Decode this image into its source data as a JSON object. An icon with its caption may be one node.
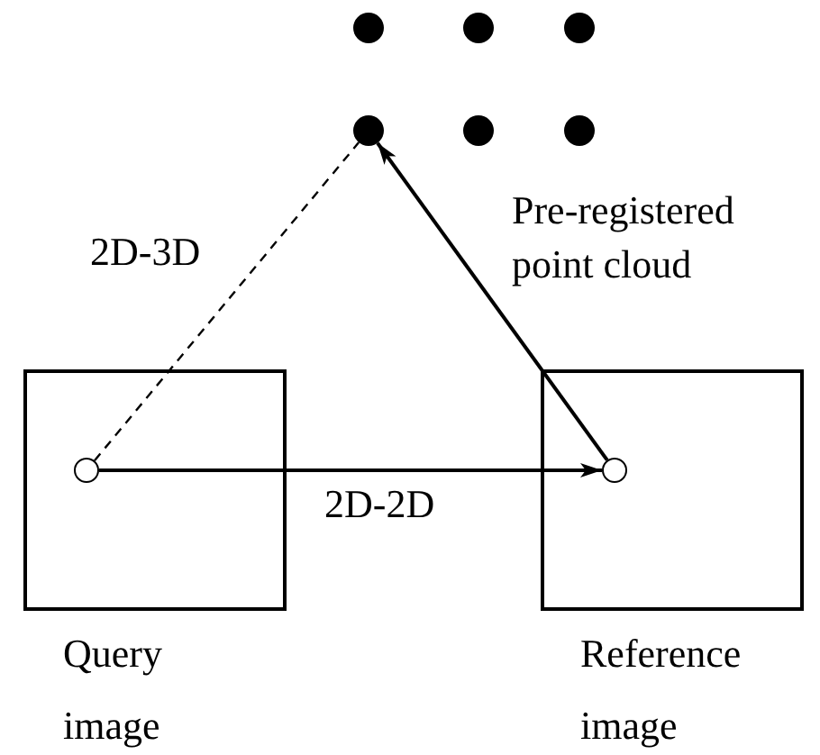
{
  "diagram": {
    "nodes": [
      {
        "text": [],
        "shape": "circle"
      },
      {
        "text": [],
        "shape": "circle"
      },
      {
        "text": [],
        "shape": "circle"
      },
      {
        "text": [],
        "shape": "circle"
      },
      {
        "text": [],
        "shape": "circle"
      },
      {
        "text": [],
        "shape": "circle"
      },
      {
        "text": [
          "Query image"
        ]
      },
      {
        "text": [],
        "shape": "circle",
        "in": 6
      },
      {
        "text": [
          "Reference image"
        ]
      },
      {
        "text": [],
        "shape": "circle",
        "in": 8
      }
    ],
    "edges": [
      {
        "from": 7,
        "to": 3,
        "arrow": "none",
        "style": "dashed",
        "label": "2D-3D"
      },
      {
        "from": 7,
        "to": 9,
        "arrow": "to",
        "label": "2D-2D"
      },
      {
        "from": 9,
        "to": 3,
        "arrow": "to"
      }
    ],
    "labels": [
      "Pre-registered point cloud"
    ]
  }
}
